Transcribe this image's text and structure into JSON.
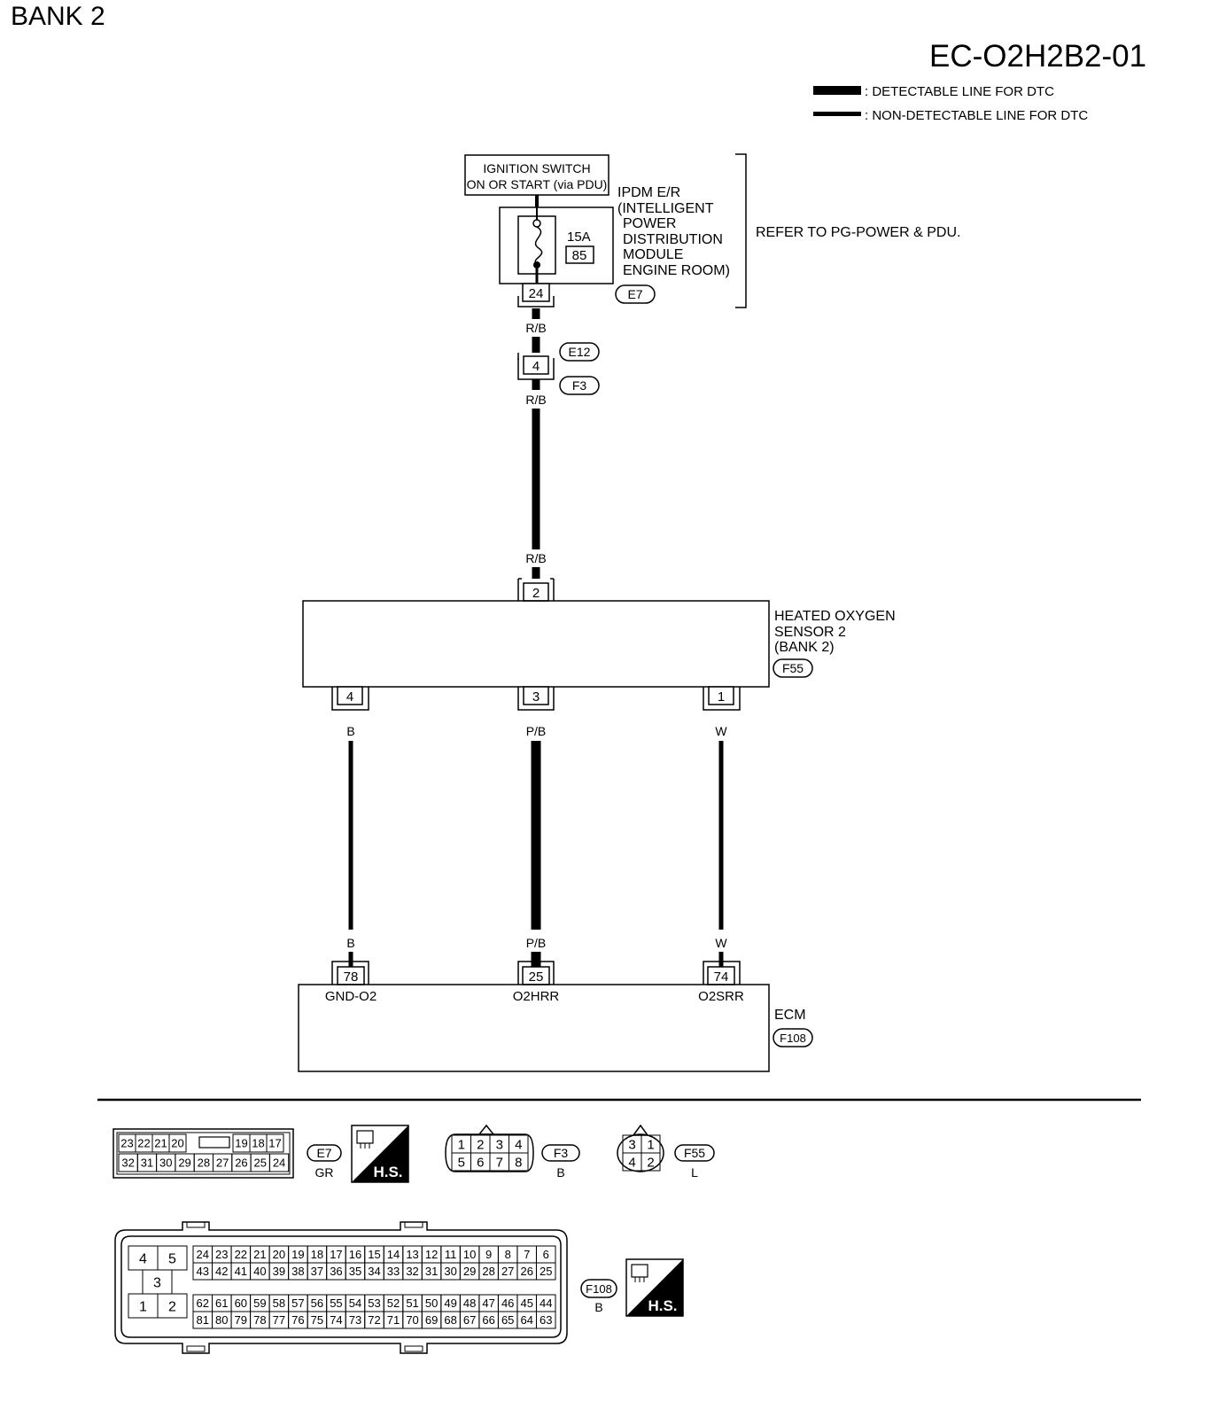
{
  "page": {
    "title": "BANK 2",
    "code": "EC-O2H2B2-01"
  },
  "legend": {
    "detectable": ": DETECTABLE LINE FOR DTC",
    "non_detectable": ": NON-DETECTABLE LINE FOR DTC"
  },
  "ignition": {
    "line1": "IGNITION SWITCH",
    "line2": "ON OR START (via PDU)"
  },
  "ipdm": {
    "lines": [
      "IPDM E/R",
      "(INTELLIGENT",
      "POWER",
      "DISTRIBUTION",
      "MODULE",
      "ENGINE ROOM)"
    ],
    "fuse_amp": "15A",
    "fuse_no": "85",
    "terminal": "24",
    "connector": "E7",
    "refer": "REFER TO PG-POWER & PDU."
  },
  "joint": {
    "terminal": "4",
    "connector_top": "E12",
    "connector_bottom": "F3"
  },
  "wires": {
    "rb": "R/B",
    "b": "B",
    "pb": "P/B",
    "w": "W"
  },
  "sensor": {
    "lines": [
      "HEATED OXYGEN",
      "SENSOR 2",
      "(BANK 2)"
    ],
    "connector": "F55",
    "t_top": "2",
    "t_left": "4",
    "t_mid": "3",
    "t_right": "1"
  },
  "ecm": {
    "label": "ECM",
    "connector": "F108",
    "terminals": [
      "78",
      "25",
      "74"
    ],
    "signals": [
      "GND-O2",
      "O2HRR",
      "O2SRR"
    ]
  },
  "connectors": {
    "e7": {
      "code": "E7",
      "color": "GR",
      "row1": [
        "23",
        "22",
        "21",
        "20",
        "",
        "19",
        "18",
        "17"
      ],
      "row2": [
        "32",
        "31",
        "30",
        "29",
        "28",
        "27",
        "26",
        "25",
        "24"
      ]
    },
    "f3": {
      "code": "F3",
      "color": "B",
      "row1": [
        "1",
        "2",
        "3",
        "4"
      ],
      "row2": [
        "5",
        "6",
        "7",
        "8"
      ]
    },
    "f55": {
      "code": "F55",
      "color": "L",
      "row1": [
        "3",
        "1"
      ],
      "row2": [
        "4",
        "2"
      ]
    },
    "f108": {
      "code": "F108",
      "color": "B",
      "left_top": [
        "4",
        "5"
      ],
      "left_mid": "3",
      "left_bot": [
        "1",
        "2"
      ],
      "row1": [
        "24",
        "23",
        "22",
        "21",
        "20",
        "19",
        "18",
        "17",
        "16",
        "15",
        "14",
        "13",
        "12",
        "11",
        "10",
        "9",
        "8",
        "7",
        "6"
      ],
      "row2": [
        "43",
        "42",
        "41",
        "40",
        "39",
        "38",
        "37",
        "36",
        "35",
        "34",
        "33",
        "32",
        "31",
        "30",
        "29",
        "28",
        "27",
        "26",
        "25"
      ],
      "row3": [
        "62",
        "61",
        "60",
        "59",
        "58",
        "57",
        "56",
        "55",
        "54",
        "53",
        "52",
        "51",
        "50",
        "49",
        "48",
        "47",
        "46",
        "45",
        "44"
      ],
      "row4": [
        "81",
        "80",
        "79",
        "78",
        "77",
        "76",
        "75",
        "74",
        "73",
        "72",
        "71",
        "70",
        "69",
        "68",
        "67",
        "66",
        "65",
        "64",
        "63"
      ]
    },
    "hs": "H.S."
  }
}
